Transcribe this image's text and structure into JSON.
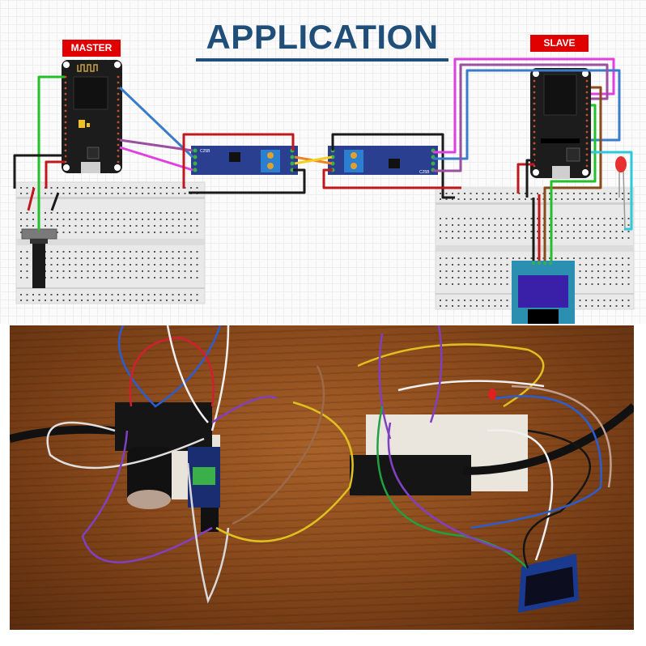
{
  "diagram": {
    "title": "APPLICATION",
    "labels": {
      "master": "MASTER",
      "slave": "SLAVE"
    },
    "components": {
      "master_board": "ESP8266 NodeMCU",
      "slave_board": "ESP32 DevKit",
      "rs485_left": "C25B",
      "rs485_right": "C25B",
      "potentiometer": "potentiometer",
      "oled": "OLED display",
      "led": "red LED"
    },
    "wire_colors": {
      "red": "#c0181c",
      "black": "#1a1a1a",
      "green": "#22c02a",
      "blue": "#3a7ccc",
      "purple": "#9a4fa0",
      "magenta": "#e040e0",
      "yellow": "#f0d020",
      "orange": "#f08020",
      "brown": "#8a4a1a",
      "cyan": "#30c8d8"
    },
    "colors": {
      "title": "#1f4e79",
      "tag_bg": "#e00000",
      "module_blue": "#2a3f8f",
      "terminal_blue": "#2a7fd0",
      "oled_screen": "#3a1fa8"
    }
  },
  "photo": {
    "description": "Photo of assembled master and slave circuits with jumper wires on a wooden table"
  }
}
